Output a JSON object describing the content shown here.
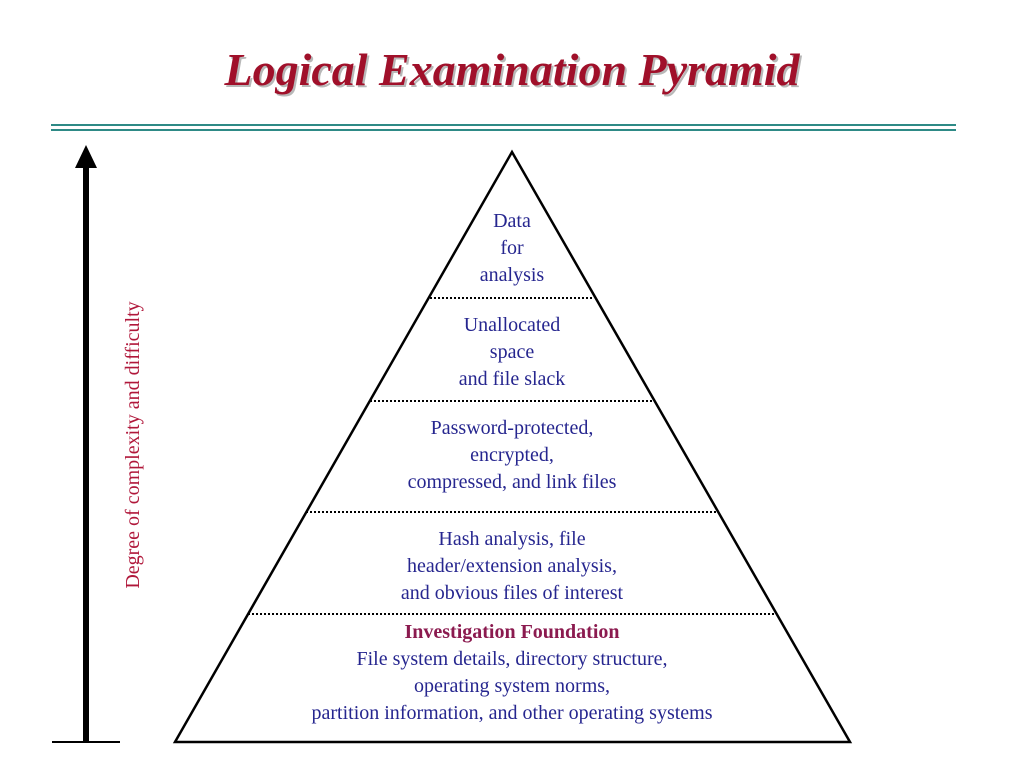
{
  "title": "Logical Examination Pyramid",
  "axis_label": "Degree of complexity and difficulty",
  "tiers": [
    {
      "lines": [
        "Data",
        "for",
        "analysis"
      ]
    },
    {
      "lines": [
        "Unallocated",
        "space",
        "and file slack"
      ]
    },
    {
      "lines": [
        "Password-protected,",
        "encrypted,",
        "compressed, and link files"
      ]
    },
    {
      "lines": [
        "Hash analysis, file",
        "header/extension analysis,",
        "and obvious files of interest"
      ]
    },
    {
      "heading": "Investigation Foundation",
      "lines": [
        "File system details, directory structure,",
        "operating system norms,",
        "partition information, and other operating systems"
      ]
    }
  ],
  "colors": {
    "title": "#a0102a",
    "rule": "#2e8a86",
    "axis_label": "#b0173a",
    "tier_text": "#26268f",
    "foundation_heading": "#8b1a4f"
  }
}
